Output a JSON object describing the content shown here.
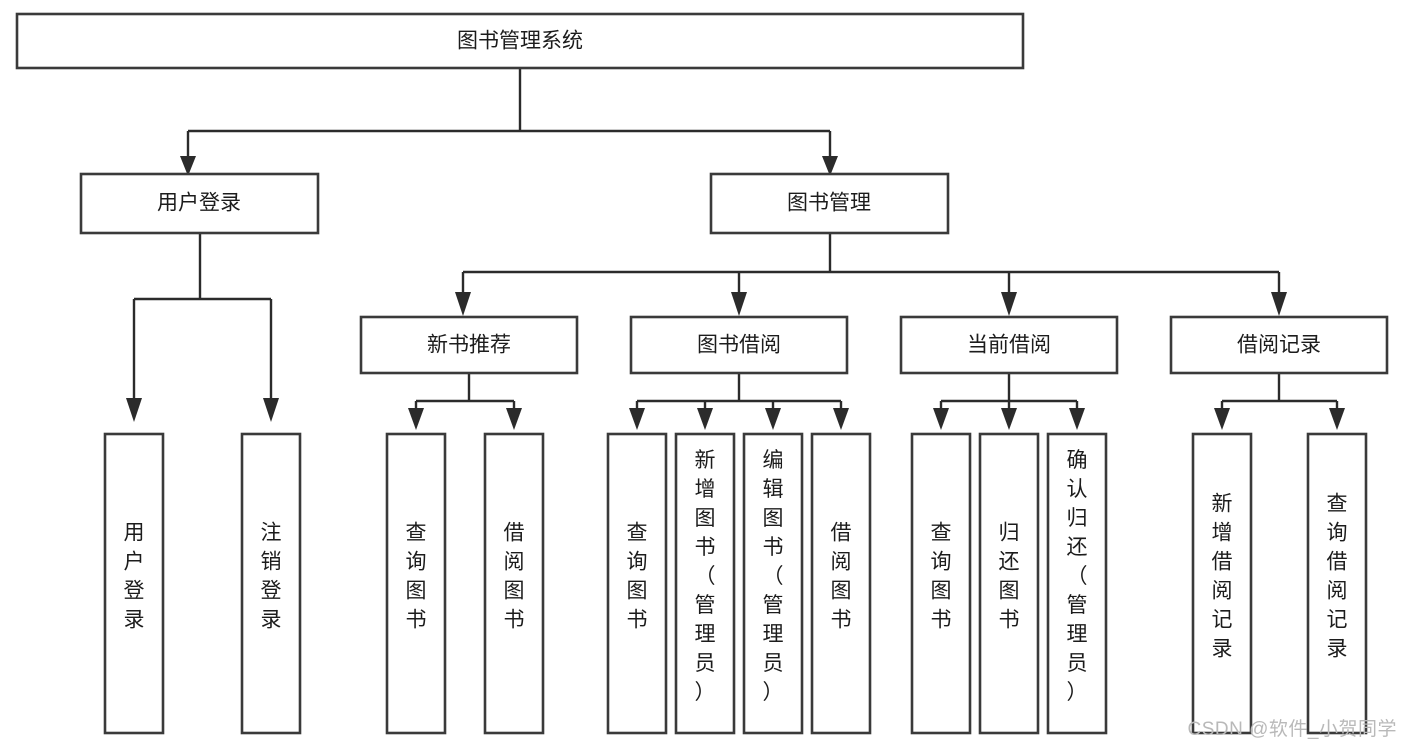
{
  "diagram": {
    "title": "图书管理系统",
    "type": "tree",
    "orientation": "top-down",
    "colors": {
      "box_stroke": "#3a3a3a",
      "box_fill": "#ffffff",
      "connector": "#2b2b2b",
      "text": "#1c1c1c",
      "watermark": "#b9b9b9",
      "background": "#ffffff"
    },
    "root": {
      "id": "root",
      "label": "图书管理系统",
      "orientation": "horizontal"
    },
    "level2": [
      {
        "id": "user-login",
        "label": "用户登录",
        "orientation": "horizontal"
      },
      {
        "id": "book-management",
        "label": "图书管理",
        "orientation": "horizontal"
      }
    ],
    "level3": [
      {
        "id": "new-book-recommend",
        "label": "新书推荐",
        "parent": "book-management",
        "orientation": "horizontal"
      },
      {
        "id": "book-borrow",
        "label": "图书借阅",
        "parent": "book-management",
        "orientation": "horizontal"
      },
      {
        "id": "current-borrow",
        "label": "当前借阅",
        "parent": "book-management",
        "orientation": "horizontal"
      },
      {
        "id": "borrow-record",
        "label": "借阅记录",
        "parent": "book-management",
        "orientation": "horizontal"
      }
    ],
    "leaves": [
      {
        "id": "leaf-user-login",
        "label": "用户登录",
        "parent": "user-login",
        "orientation": "vertical"
      },
      {
        "id": "leaf-logout-login",
        "label": "注销登录",
        "parent": "user-login",
        "orientation": "vertical"
      },
      {
        "id": "leaf-query-book-1",
        "label": "查询图书",
        "parent": "new-book-recommend",
        "orientation": "vertical"
      },
      {
        "id": "leaf-borrow-book-1",
        "label": "借阅图书",
        "parent": "new-book-recommend",
        "orientation": "vertical"
      },
      {
        "id": "leaf-query-book-2",
        "label": "查询图书",
        "parent": "book-borrow",
        "orientation": "vertical"
      },
      {
        "id": "leaf-add-book",
        "label": "新增图书（管理员）",
        "parent": "book-borrow",
        "orientation": "vertical"
      },
      {
        "id": "leaf-edit-book",
        "label": "编辑图书（管理员）",
        "parent": "book-borrow",
        "orientation": "vertical"
      },
      {
        "id": "leaf-borrow-book-2",
        "label": "借阅图书",
        "parent": "book-borrow",
        "orientation": "vertical"
      },
      {
        "id": "leaf-query-book-3",
        "label": "查询图书",
        "parent": "current-borrow",
        "orientation": "vertical"
      },
      {
        "id": "leaf-return-book",
        "label": "归还图书",
        "parent": "current-borrow",
        "orientation": "vertical"
      },
      {
        "id": "leaf-confirm-return",
        "label": "确认归还（管理员）",
        "parent": "current-borrow",
        "orientation": "vertical"
      },
      {
        "id": "leaf-add-record",
        "label": "新增借阅记录",
        "parent": "borrow-record",
        "orientation": "vertical"
      },
      {
        "id": "leaf-query-record",
        "label": "查询借阅记录",
        "parent": "borrow-record",
        "orientation": "vertical"
      }
    ]
  },
  "watermark": {
    "text": "CSDN @软件_小贺同学"
  }
}
